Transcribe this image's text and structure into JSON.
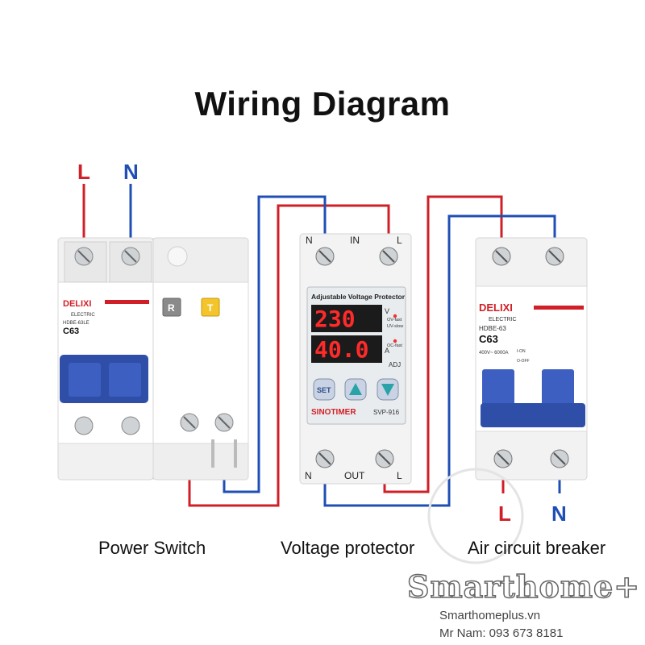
{
  "title": "Wiring Diagram",
  "input_labels": {
    "line": "L",
    "neutral": "N"
  },
  "output_labels": {
    "line": "L",
    "neutral": "N"
  },
  "captions": {
    "power_switch": "Power Switch",
    "voltage_protector": "Voltage protector",
    "air_breaker": "Air circuit breaker"
  },
  "power_switch": {
    "brand": "DELIXI",
    "sub": "ELECTRIC",
    "model": "HDBE-63LE",
    "rating": "C63",
    "test_button": "T",
    "reset_button": "R"
  },
  "protector": {
    "top_labels": {
      "n": "N",
      "in": "IN",
      "l": "L"
    },
    "bottom_labels": {
      "n": "N",
      "out": "OUT",
      "l": "L"
    },
    "panel_title": "Adjustable Voltage Protector",
    "voltage_reading": "230",
    "current_reading": "40.0",
    "unit_v": "V",
    "unit_a": "A",
    "ov_fast": "OV-fast",
    "uv_slow": "UV-slow",
    "oc_fast": "OC-fast",
    "adj": "ADJ",
    "set_button": "SET",
    "brand": "SINOTIMER",
    "model": "SVP-916"
  },
  "breaker": {
    "brand": "DELIXI",
    "sub": "ELECTRIC",
    "model": "HDBE-63",
    "rating": "C63",
    "spec": "400V~ 6000A",
    "on_label": "I-ON",
    "off_label": "O-OFF"
  },
  "watermark": {
    "brand": "Smarthome+",
    "site": "Smarthomeplus.vn",
    "contact": "Mr Nam: 093 673 8181"
  },
  "colors": {
    "live_wire": "#d01f26",
    "neutral_wire": "#1f4fb4",
    "device_body": "#f2f2f2",
    "handle": "#2f4ea8"
  }
}
